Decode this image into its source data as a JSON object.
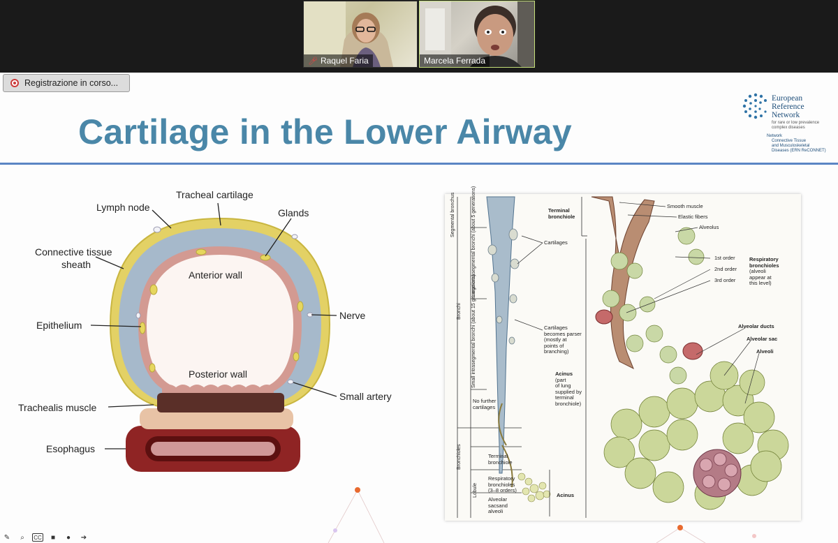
{
  "participants": [
    {
      "name": "Raquel Faria",
      "muted": true
    },
    {
      "name": "Marcela Ferrada",
      "muted": false,
      "active_speaker": true
    }
  ],
  "recording": {
    "label": "Registrazione in corso..."
  },
  "slide": {
    "title": "Cartilage in the Lower Airway",
    "logo": {
      "name_lines": [
        "European",
        "Reference",
        "Network"
      ],
      "tagline": [
        "for rare or low prevalence",
        "complex diseases"
      ],
      "network_lines": [
        "Network",
        "Connective Tissue",
        "and Musculoskeletal",
        "Diseases (ERN ReCONNET)"
      ]
    },
    "trachea_labels": {
      "tracheal_cartilage": "Tracheal cartilage",
      "lymph_node": "Lymph node",
      "glands": "Glands",
      "connective_tissue": "Connective tissue",
      "sheath": "sheath",
      "anterior_wall": "Anterior wall",
      "nerve": "Nerve",
      "epithelium": "Epithelium",
      "posterior_wall": "Posterior wall",
      "small_artery": "Small artery",
      "trachealis_muscle": "Trachealis muscle",
      "esophagus": "Esophagus"
    },
    "airway_labels": {
      "segmental_bronchus": "Segmental bronchus",
      "large_bronchi": "Large intrasegmental bronchi (about 5 generations)",
      "small_bronchi": "Small intrasegmental bronchi (about 15 generations)",
      "bronchi": "Bronchi",
      "bronchioles": "Bronchioles",
      "lobule": "Lobule",
      "terminal_bronchiole": [
        "Terminal",
        "bronchiole"
      ],
      "cartilages": "Cartilages",
      "cartilages_sparser": [
        "Cartilages",
        "becomes parser",
        "(mostly at",
        "points of",
        "branching)"
      ],
      "acinus_def": [
        "Acinus",
        "(part",
        "of lung",
        "supplied by",
        "terminal",
        "bronchiole)"
      ],
      "no_further": [
        "No further",
        "cartilages"
      ],
      "terminal_bronchiole_small": [
        "Terminal",
        "bronchiole"
      ],
      "respiratory_bronchioles_small": [
        "Respiratory",
        "bronchioles",
        "(3–8 orders)"
      ],
      "alveolar_sacs": [
        "Alveolar",
        "sacsand",
        "alveoli"
      ],
      "acinus": "Acinus",
      "smooth_muscle": "Smooth muscle",
      "elastic_fibers": "Elastic fibers",
      "alveolus": "Alveolus",
      "first_order": "1st order",
      "second_order": "2nd order",
      "third_order": "3rd order",
      "respiratory_bronchioles": [
        "Respiratory",
        "bronchioles",
        "(alveoli",
        "appear at",
        "this level)"
      ],
      "alveolar_ducts": "Alveolar ducts",
      "alveolar_sac": "Alveolar sac",
      "alveoli": "Alveoli"
    }
  },
  "toolbar": [
    "pencil-icon",
    "zoom-icon",
    "cc-icon",
    "camera-icon",
    "more-icon",
    "share-icon"
  ]
}
